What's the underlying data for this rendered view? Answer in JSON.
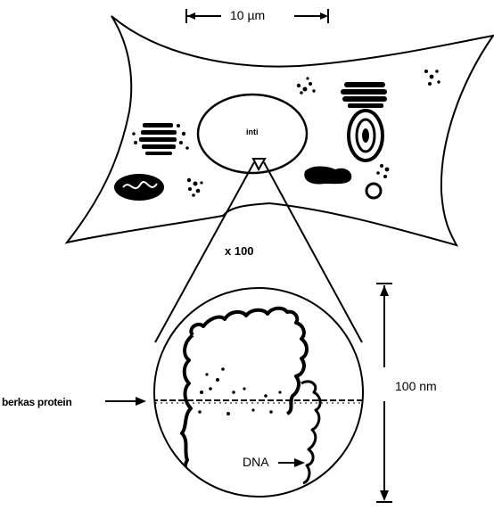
{
  "diagram": {
    "scale_top": "10 µm",
    "magnification": "x 100",
    "scale_right": "100 nm",
    "protein_label": "berkas protein",
    "dna_label": "DNA",
    "nucleus_label": "inti"
  },
  "colors": {
    "ink": "#000000",
    "background": "#ffffff"
  }
}
